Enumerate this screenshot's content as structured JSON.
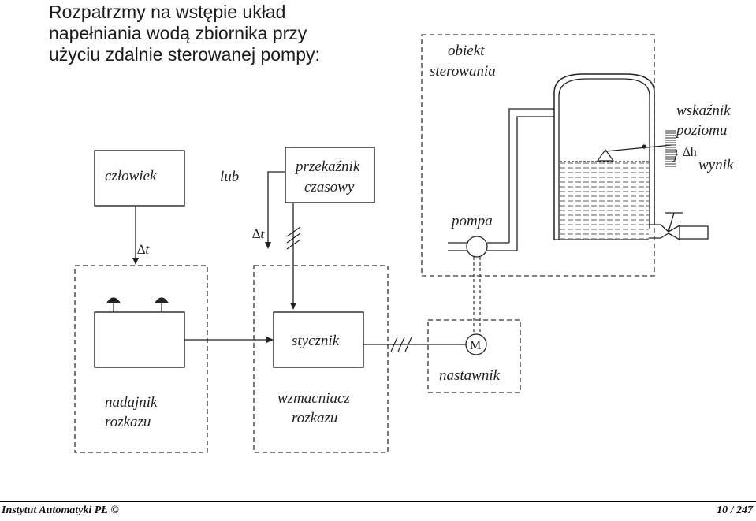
{
  "title_lines": [
    "Rozpatrzmy na wstępie układ",
    "napełniania wodą zbiornika przy",
    "użyciu zdalnie sterowanej pompy:"
  ],
  "labels": {
    "obiekt_line1": "obiekt",
    "obiekt_line2": "sterowania",
    "wskaznik_line1": "wskaźnik",
    "wskaznik_line2": "poziomu",
    "delta_h": "∆h",
    "wynik": "wynik",
    "czlowiek": "człowiek",
    "lub": "lub",
    "przekaznik_line1": "przekaźnik",
    "przekaznik_line2": "czasowy",
    "delta_t_left": "∆t",
    "delta_t_mid": "∆t",
    "pompa": "pompa",
    "stycznik": "stycznik",
    "motor": "M",
    "nastawnik": "nastawnik",
    "nadajnik_line1": "nadajnik",
    "nadajnik_line2": "rozkazu",
    "wzmacniacz_line1": "wzmacniacz",
    "wzmacniacz_line2": "rozkazu"
  },
  "footer": {
    "left": "Instytut Automatyki PŁ ©",
    "right": "10 / 247"
  }
}
